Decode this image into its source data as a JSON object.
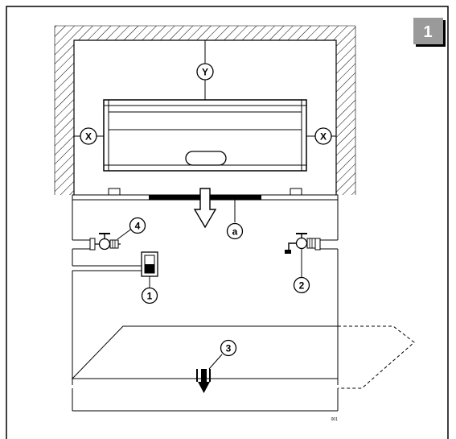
{
  "figure": {
    "page_badge": "1",
    "reference_code": "001"
  },
  "labels": {
    "y": "Y",
    "x_left": "X",
    "x_right": "X",
    "a": "a",
    "n1": "1",
    "n2": "2",
    "n3": "3",
    "n4": "4"
  },
  "colors": {
    "stroke": "#000000",
    "badge": "#9a9a9a",
    "background": "#ffffff"
  },
  "icons": [
    "wall-hatch",
    "down-arrow",
    "valve",
    "switch",
    "ground-symbol"
  ]
}
